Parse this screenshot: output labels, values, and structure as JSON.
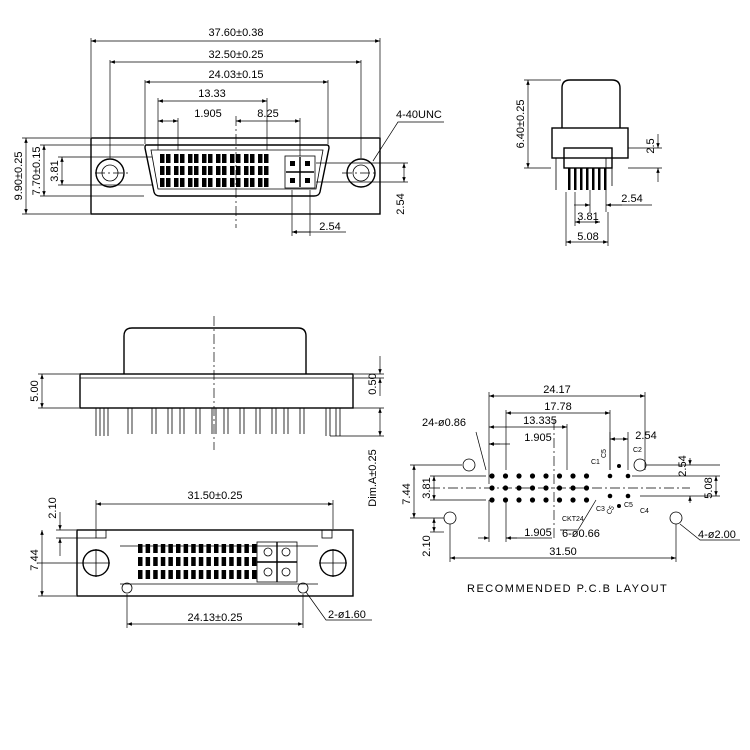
{
  "front_view": {
    "overall_width": "37.60±0.38",
    "mounting_centers": "32.50±0.25",
    "shell_width": "24.03±0.15",
    "contact_span": "13.33",
    "contact_pitch": "1.905",
    "cross_offset": "8.25",
    "thread": "4-40UNC",
    "flange_height": "9.90±0.25",
    "shell_height": "7.70±0.15",
    "row_span": "3.81",
    "cross_vertical": "2.54",
    "cross_horizontal": "2.54"
  },
  "side_view": {
    "height": "6.40±0.25",
    "pin_offset": "2.5",
    "pin_pitch": "2.54",
    "row_span": "3.81",
    "overall_depth": "5.08"
  },
  "bottom_front_view": {
    "body_height": "5.00",
    "flange_thickness": "0.50",
    "pin_length": "Dim.A±0.25"
  },
  "bottom_view": {
    "top_offset": "2.10",
    "hole_centers": "31.50±0.25",
    "height": "7.44",
    "peg_centers": "24.13±0.25",
    "peg_holes": "2-ø1.60"
  },
  "pcb_layout": {
    "caption": "RECOMMENDED P.C.B LAYOUT",
    "overall": "24.17",
    "span_1778": "17.78",
    "span_13335": "13.335",
    "pitch_top": "1.905",
    "pitch_bottom": "1.905",
    "cross_pitch": "2.54",
    "contact_holes": "24-ø0.86",
    "cross_holes": "6-ø0.66",
    "mount_holes": "4-ø2.00",
    "mount_centers": "31.50",
    "height": "7.44",
    "row_span": "3.81",
    "bottom_offset": "2.10",
    "right_height": "5.08",
    "right_pitch": "2.54",
    "ckt_label": "CKT24",
    "c1": "C1",
    "c2": "C2",
    "c3": "C3",
    "c4": "C4",
    "c5a": "C5",
    "c5b": "C5",
    "c5c": "C5"
  }
}
